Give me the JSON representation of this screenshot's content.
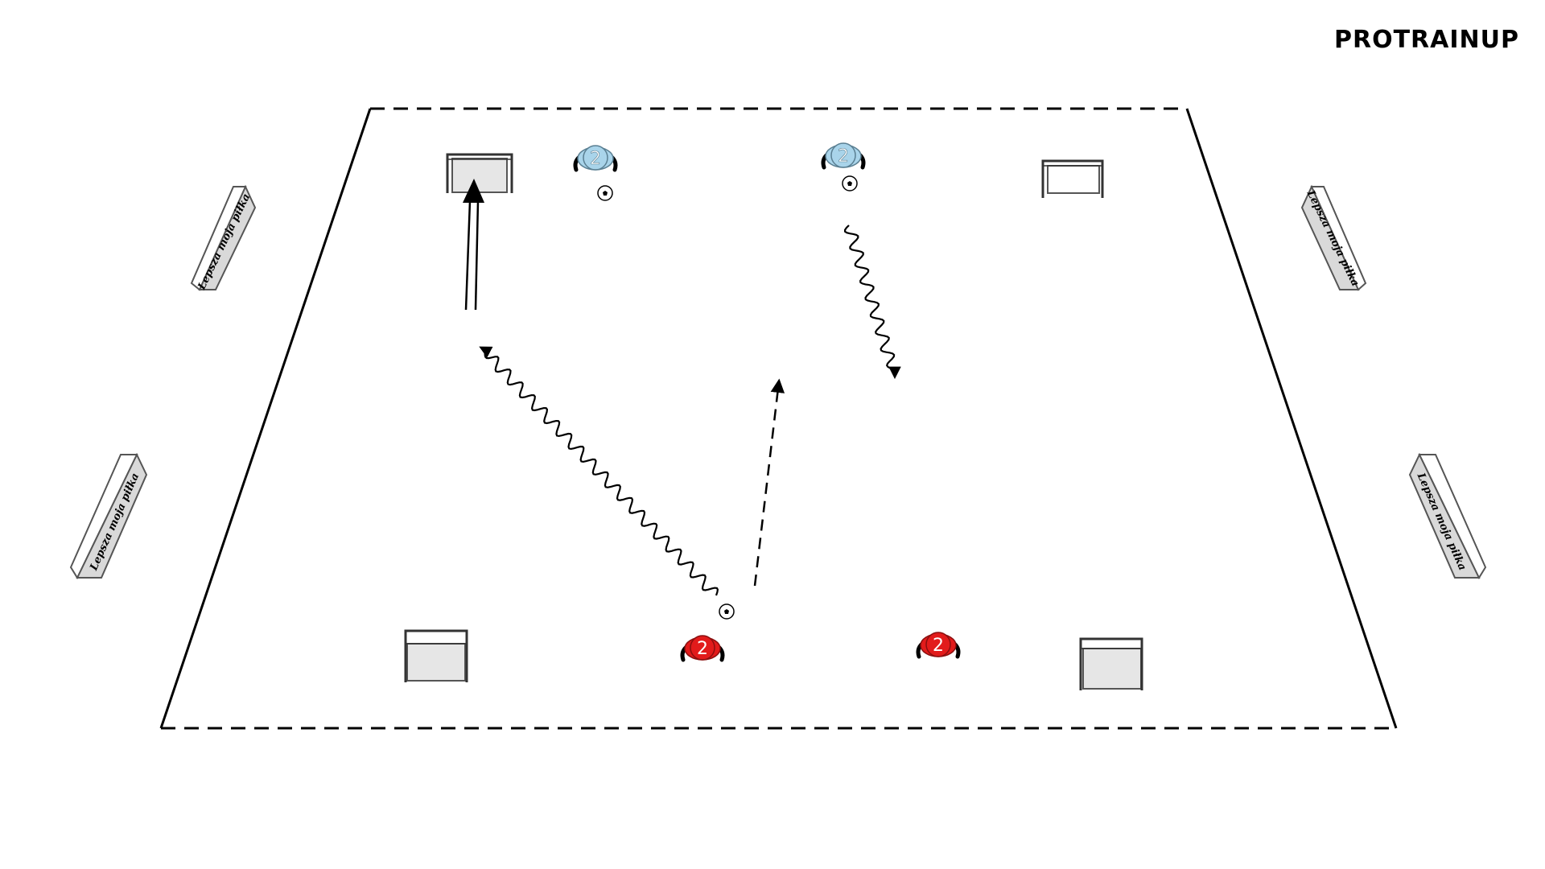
{
  "brand": {
    "logo_text": "PROTRAINUP"
  },
  "colors": {
    "team_blue": "#a9d4ea",
    "team_red": "#e21b1b",
    "field_line": "#000000",
    "goal_fill": "#e6e6e6"
  },
  "players": [
    {
      "id": "blue-1",
      "team": "blue",
      "number": "2"
    },
    {
      "id": "blue-2",
      "team": "blue",
      "number": "2"
    },
    {
      "id": "red-1",
      "team": "red",
      "number": "2"
    },
    {
      "id": "red-2",
      "team": "red",
      "number": "2"
    }
  ],
  "signs": [
    {
      "id": "left-top",
      "text": "Lepsza moja piłka"
    },
    {
      "id": "left-bottom",
      "text": "Lepsza moja piłka"
    },
    {
      "id": "right-top",
      "text": "Lepsza moja piłka"
    },
    {
      "id": "right-bottom",
      "text": "Lepsza moja piłka"
    }
  ],
  "movement_legend": {
    "dribble": "wavy-arrow",
    "run": "dashed-arrow",
    "shot": "double-line-arrow"
  }
}
